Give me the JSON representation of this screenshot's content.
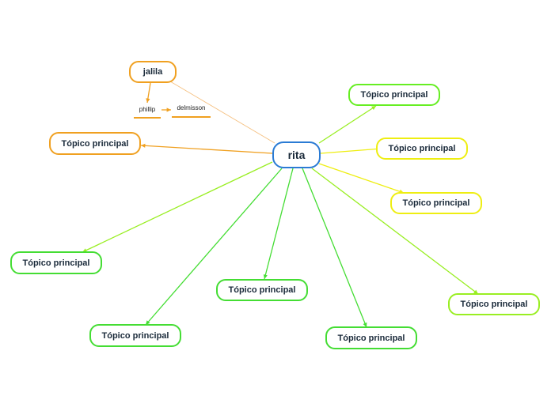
{
  "colors": {
    "center_border": "#2a7bd4",
    "green": "#44dd33",
    "lime": "#99ee22",
    "yellow": "#eeee11",
    "orange": "#f0a020",
    "orange_light": "#f5c080"
  },
  "center": {
    "label": "rita"
  },
  "jalila": {
    "label": "jalila"
  },
  "subtopics": {
    "phillip": "phillip",
    "delmisson": "delmisson"
  },
  "topics": [
    {
      "label": "Tópico principal",
      "color": "#66ee22"
    },
    {
      "label": "Tópico principal",
      "color": "#eeee11"
    },
    {
      "label": "Tópico principal",
      "color": "#eeee11"
    },
    {
      "label": "Tópico principal",
      "color": "#f0a020"
    },
    {
      "label": "Tópico principal",
      "color": "#44dd33"
    },
    {
      "label": "Tópico principal",
      "color": "#44dd33"
    },
    {
      "label": "Tópico principal",
      "color": "#44dd33"
    },
    {
      "label": "Tópico principal",
      "color": "#44dd33"
    },
    {
      "label": "Tópico principal",
      "color": "#99ee22"
    }
  ]
}
